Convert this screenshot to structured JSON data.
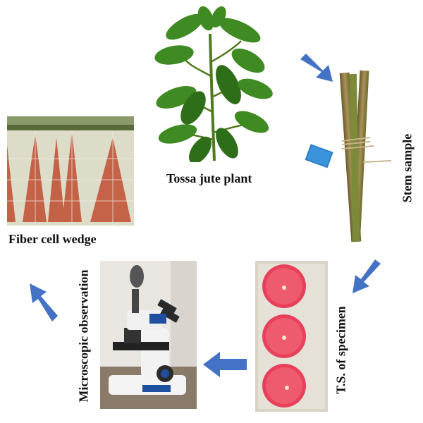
{
  "title": "Workflow for fiber cell wedge observation in Tossa jute",
  "steps": {
    "plant": "Tossa jute plant",
    "stem": "Stem sample",
    "section": "T.S. of specimen",
    "microscope": "Microscopic observation",
    "fiber": "Fiber cell wedge"
  },
  "arrows": [
    {
      "from": "plant",
      "to": "stem"
    },
    {
      "from": "stem",
      "to": "section"
    },
    {
      "from": "section",
      "to": "microscope"
    },
    {
      "from": "microscope",
      "to": "fiber"
    }
  ],
  "colors": {
    "arrow": "#4472c4",
    "slide_sample": "#e8405a",
    "leaf": "#3f8a22",
    "stem": "#8a7a3a"
  }
}
